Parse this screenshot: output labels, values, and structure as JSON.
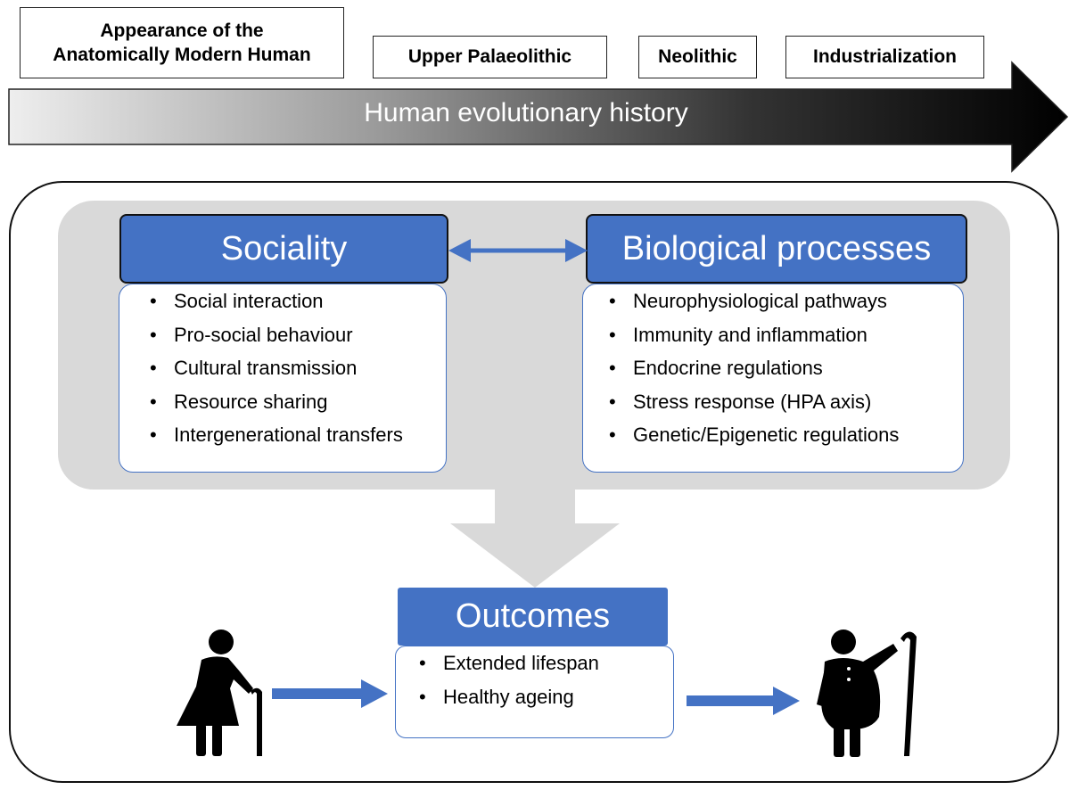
{
  "timeline": {
    "eras": [
      {
        "line1": "Appearance of the",
        "line2": "Anatomically Modern Human"
      },
      {
        "label": "Upper Palaeolithic"
      },
      {
        "label": "Neolithic"
      },
      {
        "label": "Industrialization"
      }
    ],
    "arrow_label": "Human evolutionary history"
  },
  "sociality": {
    "title": "Sociality",
    "items": [
      "Social interaction",
      "Pro-social behaviour",
      "Cultural transmission",
      "Resource sharing",
      "Intergenerational transfers"
    ]
  },
  "biological": {
    "title": "Biological processes",
    "items": [
      "Neurophysiological pathways",
      "Immunity and inflammation",
      "Endocrine regulations",
      "Stress response (HPA axis)",
      "Genetic/Epigenetic regulations"
    ]
  },
  "outcomes": {
    "title": "Outcomes",
    "items": [
      "Extended lifespan",
      "Healthy ageing"
    ]
  },
  "colors": {
    "accent": "#4472c4",
    "panel": "#d9d9d9"
  },
  "icons": [
    "elderly-woman-with-cane-icon",
    "elderly-man-with-cane-icon"
  ]
}
